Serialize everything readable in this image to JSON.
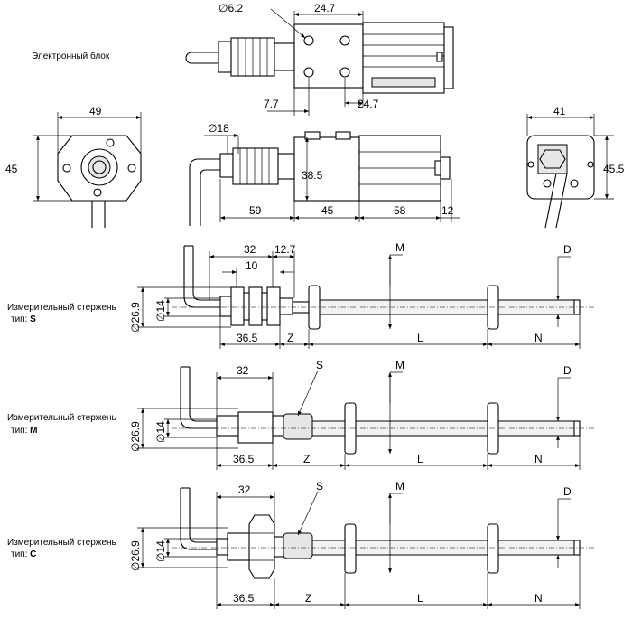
{
  "labels": {
    "electronic_unit": "Электронный блок",
    "rod_s_line1": "Измерительный стержень",
    "rod_s_line2": "тип: ",
    "rod_s_type": "S",
    "rod_m_line1": "Измерительный стержень",
    "rod_m_line2": "тип: ",
    "rod_m_type": "M",
    "rod_c_line1": "Измерительный стержень",
    "rod_c_line2": "тип: ",
    "rod_c_type": "C"
  },
  "top_view": {
    "d_hole": "∅6.2",
    "w_top": "24.7",
    "off_left": "7.7",
    "w_bottom": "24.7"
  },
  "front_view": {
    "width": "49",
    "height": "45"
  },
  "side_view": {
    "d_cable": "∅18",
    "height": "38.5",
    "len_cable": "59",
    "len_block": "45",
    "len_housing": "58",
    "len_cap": "12"
  },
  "rear_view": {
    "width": "41",
    "height": "45.5"
  },
  "rod_s": {
    "w_flange": "32",
    "w_nut": "12.7",
    "w_thread": "10",
    "diameter": "∅26.9",
    "d_inner": "∅14",
    "len_head": "36.5",
    "Z": "Z",
    "L": "L",
    "N": "N",
    "M": "M",
    "D": "D"
  },
  "rod_m": {
    "w_flange": "32",
    "S": "S",
    "diameter": "∅26.9",
    "d_inner": "∅14",
    "len_head": "36.5",
    "Z": "Z",
    "L": "L",
    "N": "N",
    "M": "M",
    "D": "D"
  },
  "rod_c": {
    "w_flange": "32",
    "S": "S",
    "diameter": "∅26.9",
    "d_inner": "∅14",
    "len_head": "36.5",
    "Z": "Z",
    "L": "L",
    "N": "N",
    "M": "M",
    "D": "D"
  }
}
